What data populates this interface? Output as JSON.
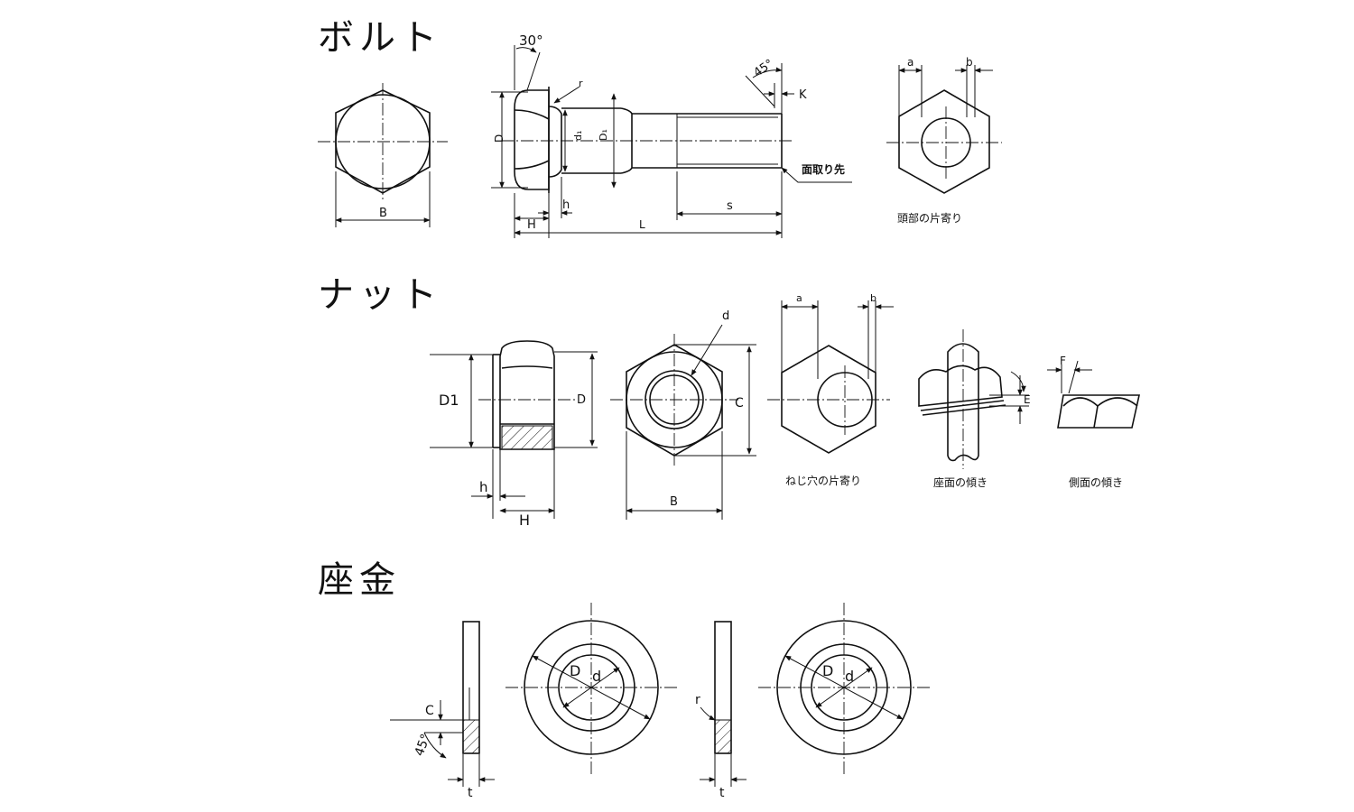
{
  "sections": {
    "bolt": "ボルト",
    "nut": "ナット",
    "washer": "座金"
  },
  "bolt": {
    "dims": {
      "angle30": "30°",
      "r": "r",
      "angle45": "45°",
      "K": "K",
      "D": "D",
      "d1": "d₁",
      "D1": "D₁",
      "B": "B",
      "H": "H",
      "h": "h",
      "s": "s",
      "L": "L",
      "a": "a",
      "b": "b"
    },
    "chamfer_end": "面取り先",
    "head_offset_caption": "頭部の片寄り"
  },
  "nut": {
    "dims": {
      "D1": "D1",
      "D": "D",
      "h": "h",
      "H": "H",
      "d": "d",
      "C": "C",
      "B": "B",
      "a": "a",
      "b": "b",
      "E": "E",
      "F": "F"
    },
    "thread_offset_caption": "ねじ穴の片寄り",
    "seat_tilt_caption": "座面の傾き",
    "side_tilt_caption": "側面の傾き"
  },
  "washer": {
    "dims": {
      "C": "C",
      "angle45": "45°",
      "t": "t",
      "D": "D",
      "d": "d",
      "r": "r"
    }
  }
}
